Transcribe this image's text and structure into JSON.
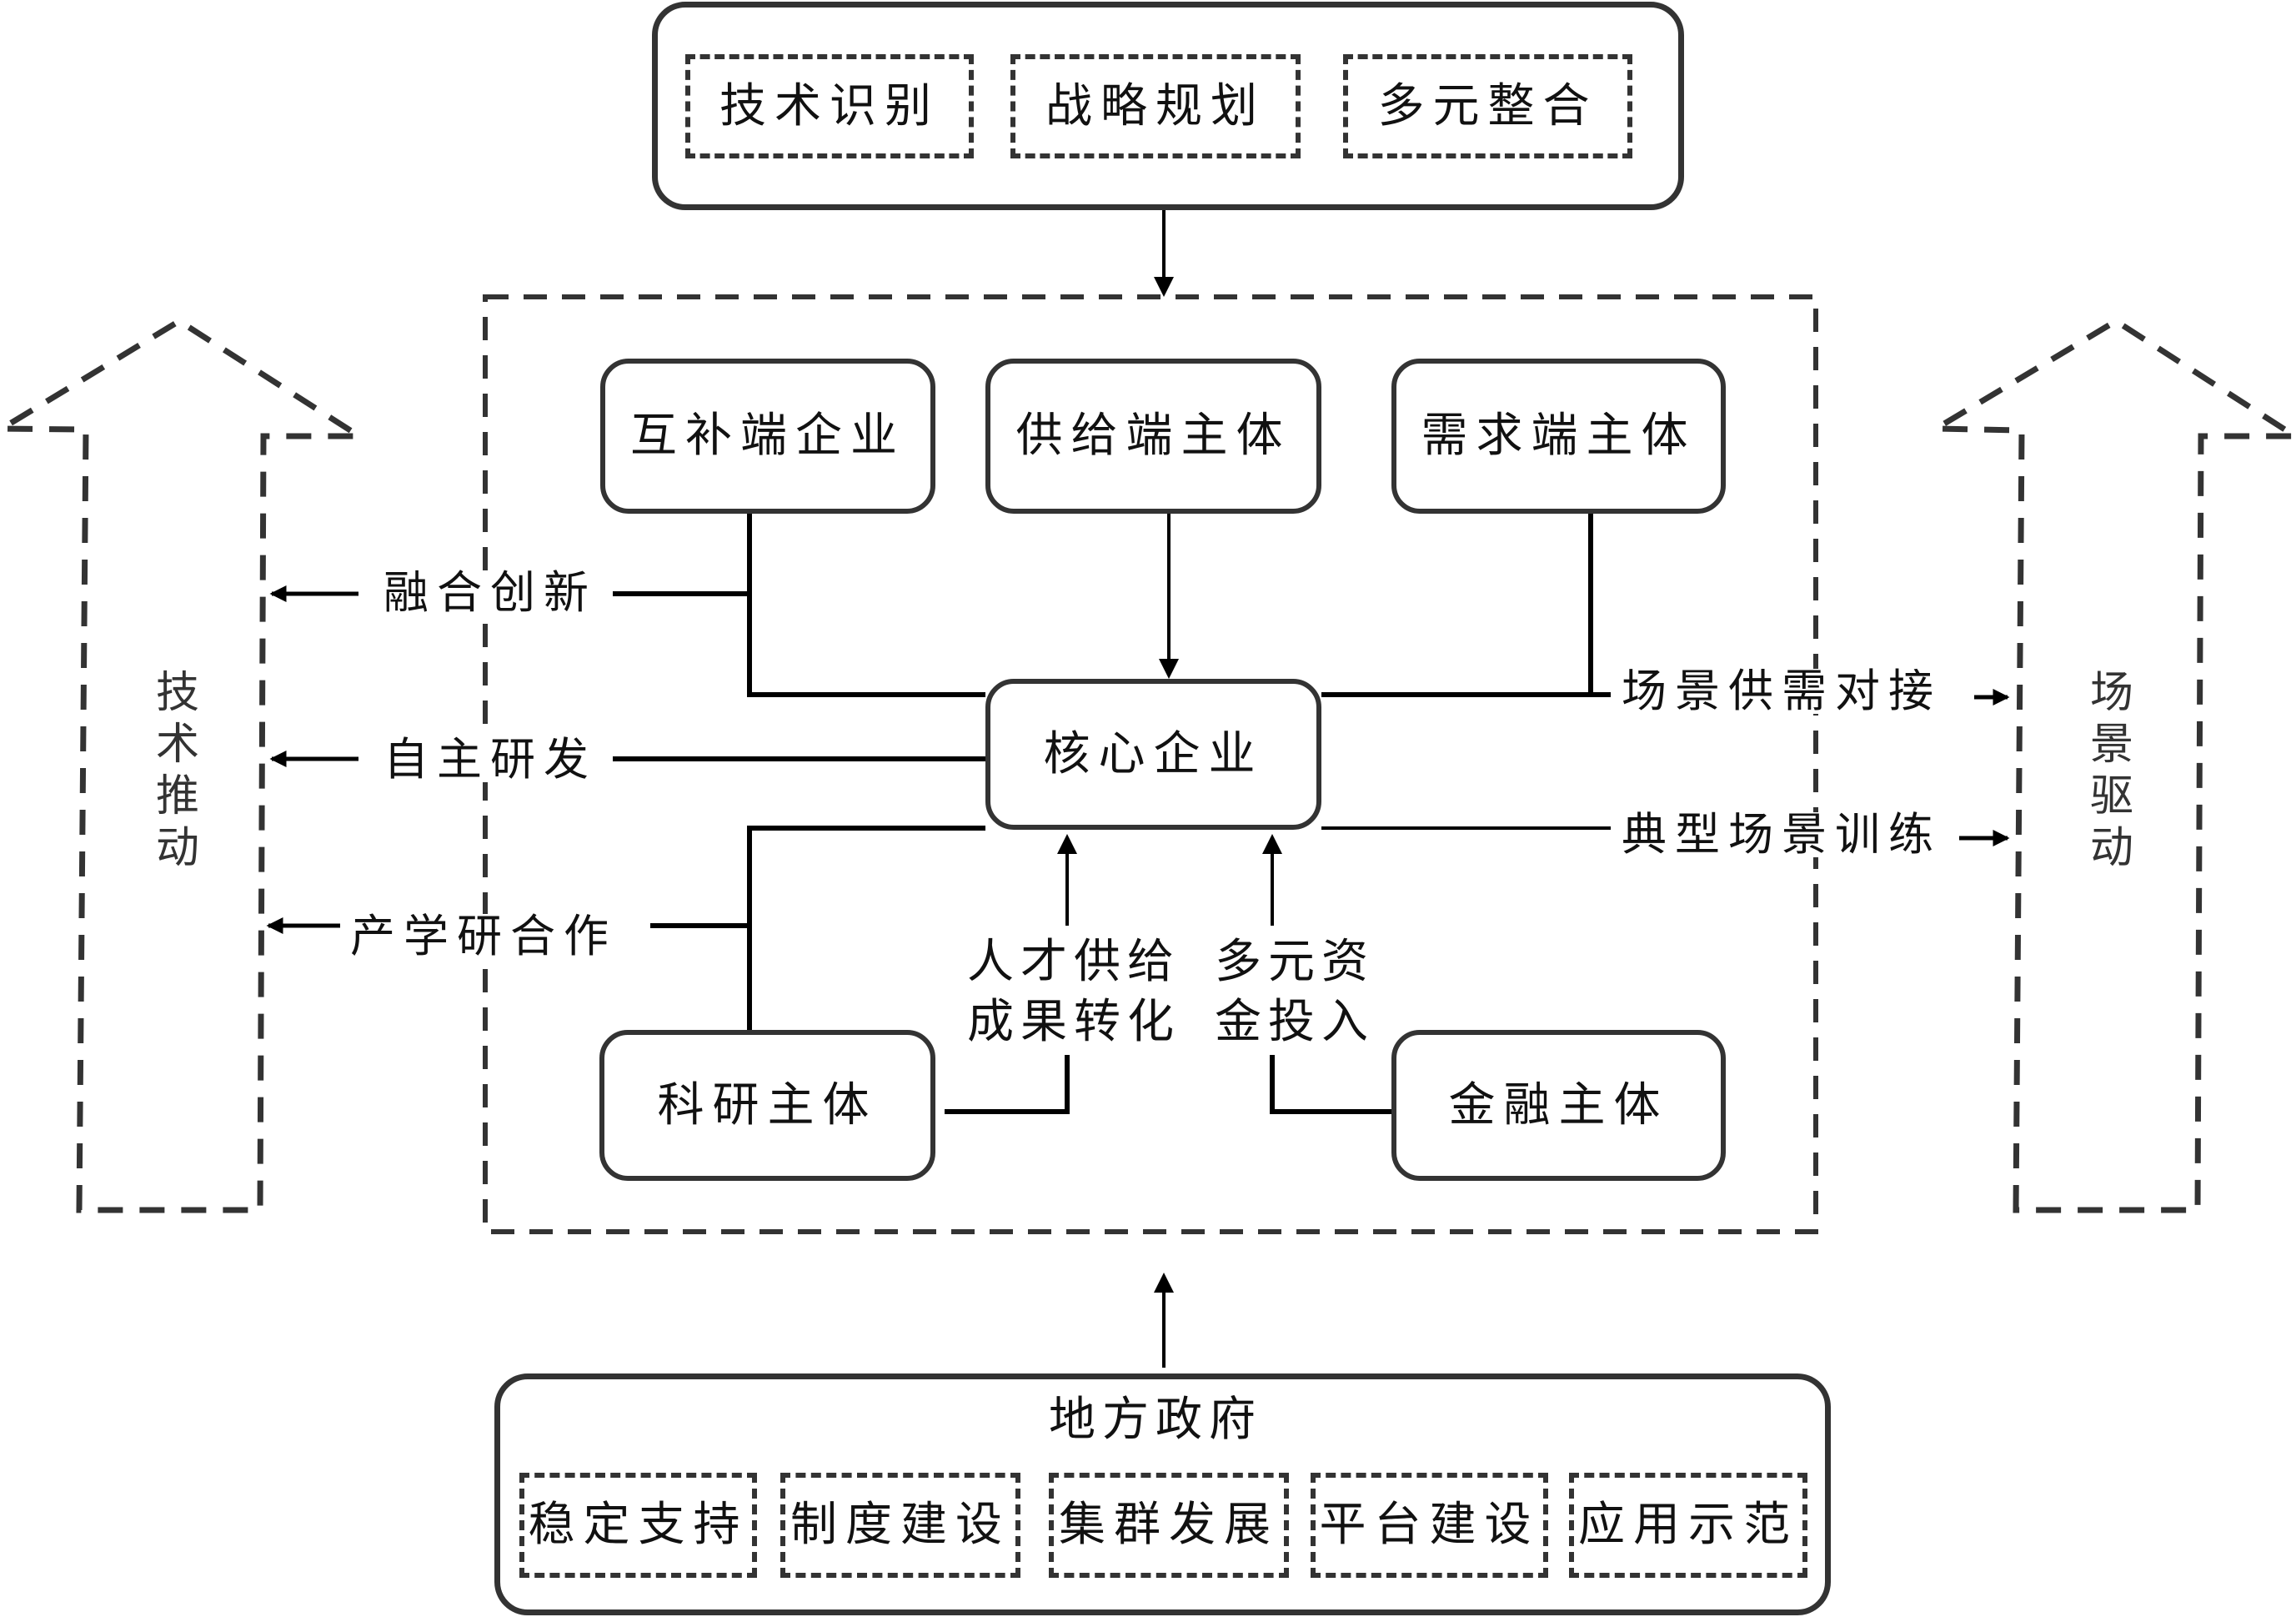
{
  "strategy_box": {
    "items": [
      "技术识别",
      "战略规划",
      "多元整合"
    ]
  },
  "ecosystem": {
    "top_nodes": [
      "互补端企业",
      "供给端主体",
      "需求端主体"
    ],
    "core_node": "核心企业",
    "bottom_nodes": [
      "科研主体",
      "金融主体"
    ],
    "left_flows": [
      "融合创新",
      "自主研发",
      "产学研合作"
    ],
    "right_flows": [
      "场景供需对接",
      "典型场景训练"
    ],
    "research_flow": [
      "人才供给",
      "成果转化"
    ],
    "finance_flow": [
      "多元资",
      "金投入"
    ]
  },
  "side_arrows": {
    "left": "技术推动",
    "right": "场景驱动"
  },
  "government": {
    "title": "地方政府",
    "items": [
      "稳定支持",
      "制度建设",
      "集群发展",
      "平台建设",
      "应用示范"
    ]
  }
}
